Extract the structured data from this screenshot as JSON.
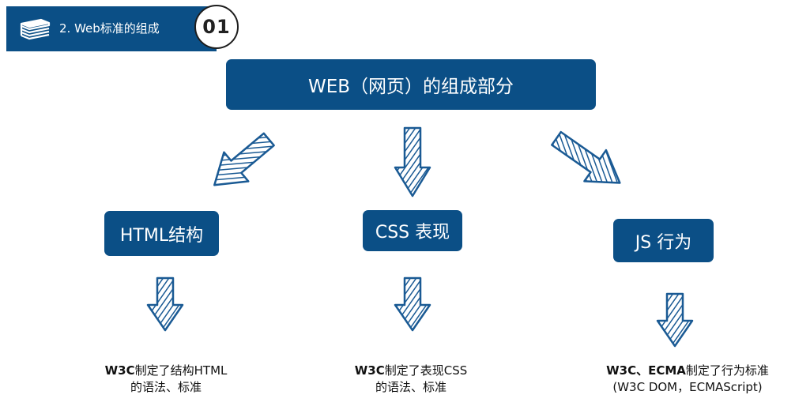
{
  "header": {
    "title": "2. Web标准的组成",
    "badge": "01",
    "icon": "books-stack-icon"
  },
  "main_box": {
    "label": "WEB（网页）的组成部分"
  },
  "columns": [
    {
      "box_label": "HTML结构",
      "desc_bold": "W3C",
      "desc_line1": "制定了结构HTML",
      "desc_line2": "的语法、标准"
    },
    {
      "box_label": "CSS 表现",
      "desc_bold": "W3C",
      "desc_line1": "制定了表现CSS",
      "desc_line2": "的语法、标准"
    },
    {
      "box_label": "JS 行为",
      "desc_bold": "W3C、ECMA",
      "desc_line1": "制定了行为标准",
      "desc_line2": "(W3C DOM，ECMAScript)"
    }
  ],
  "colors": {
    "box_bg": "#0b4f86",
    "box_text": "#ffffff",
    "arrow_stroke": "#1a5a94"
  }
}
